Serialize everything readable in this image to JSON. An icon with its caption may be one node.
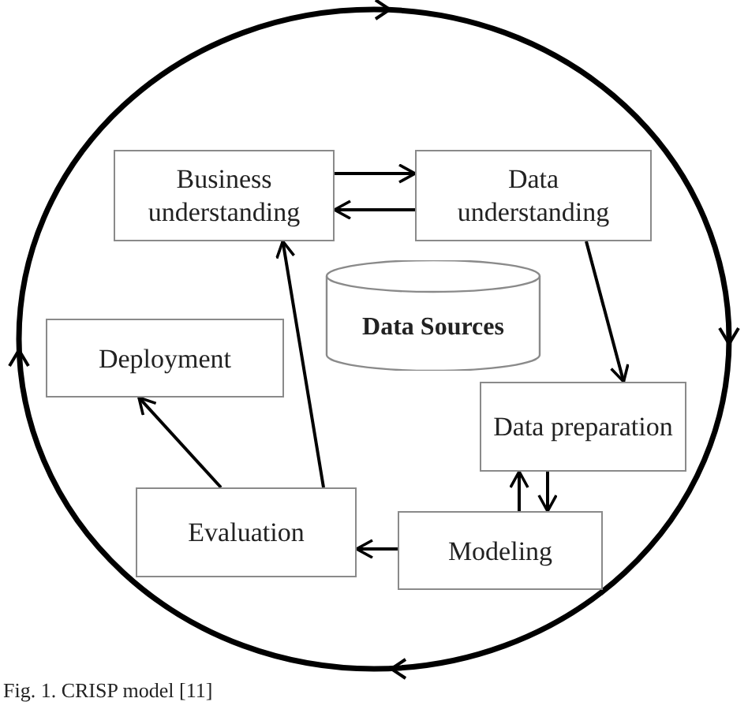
{
  "diagram": {
    "caption": "Fig. 1. CRISP model [11]",
    "nodes": [
      {
        "text": [
          "Business understanding"
        ]
      },
      {
        "text": [
          "Data understanding"
        ]
      },
      {
        "text": [
          "Data Sources"
        ]
      },
      {
        "text": [
          "Deployment"
        ]
      },
      {
        "text": [
          "Data preparation"
        ]
      },
      {
        "text": [
          "Evaluation"
        ]
      },
      {
        "text": [
          "Modeling"
        ]
      }
    ],
    "edges": [
      {
        "from": 0,
        "to": 1,
        "arrow": "to"
      },
      {
        "from": 1,
        "to": 0,
        "arrow": "to"
      },
      {
        "from": 1,
        "to": 4,
        "arrow": "to"
      },
      {
        "from": 4,
        "to": 6,
        "arrow": "to"
      },
      {
        "from": 6,
        "to": 4,
        "arrow": "to"
      },
      {
        "from": 6,
        "to": 5,
        "arrow": "to"
      },
      {
        "from": 5,
        "to": 0,
        "arrow": "to"
      },
      {
        "from": 5,
        "to": 3,
        "arrow": "to"
      }
    ]
  }
}
